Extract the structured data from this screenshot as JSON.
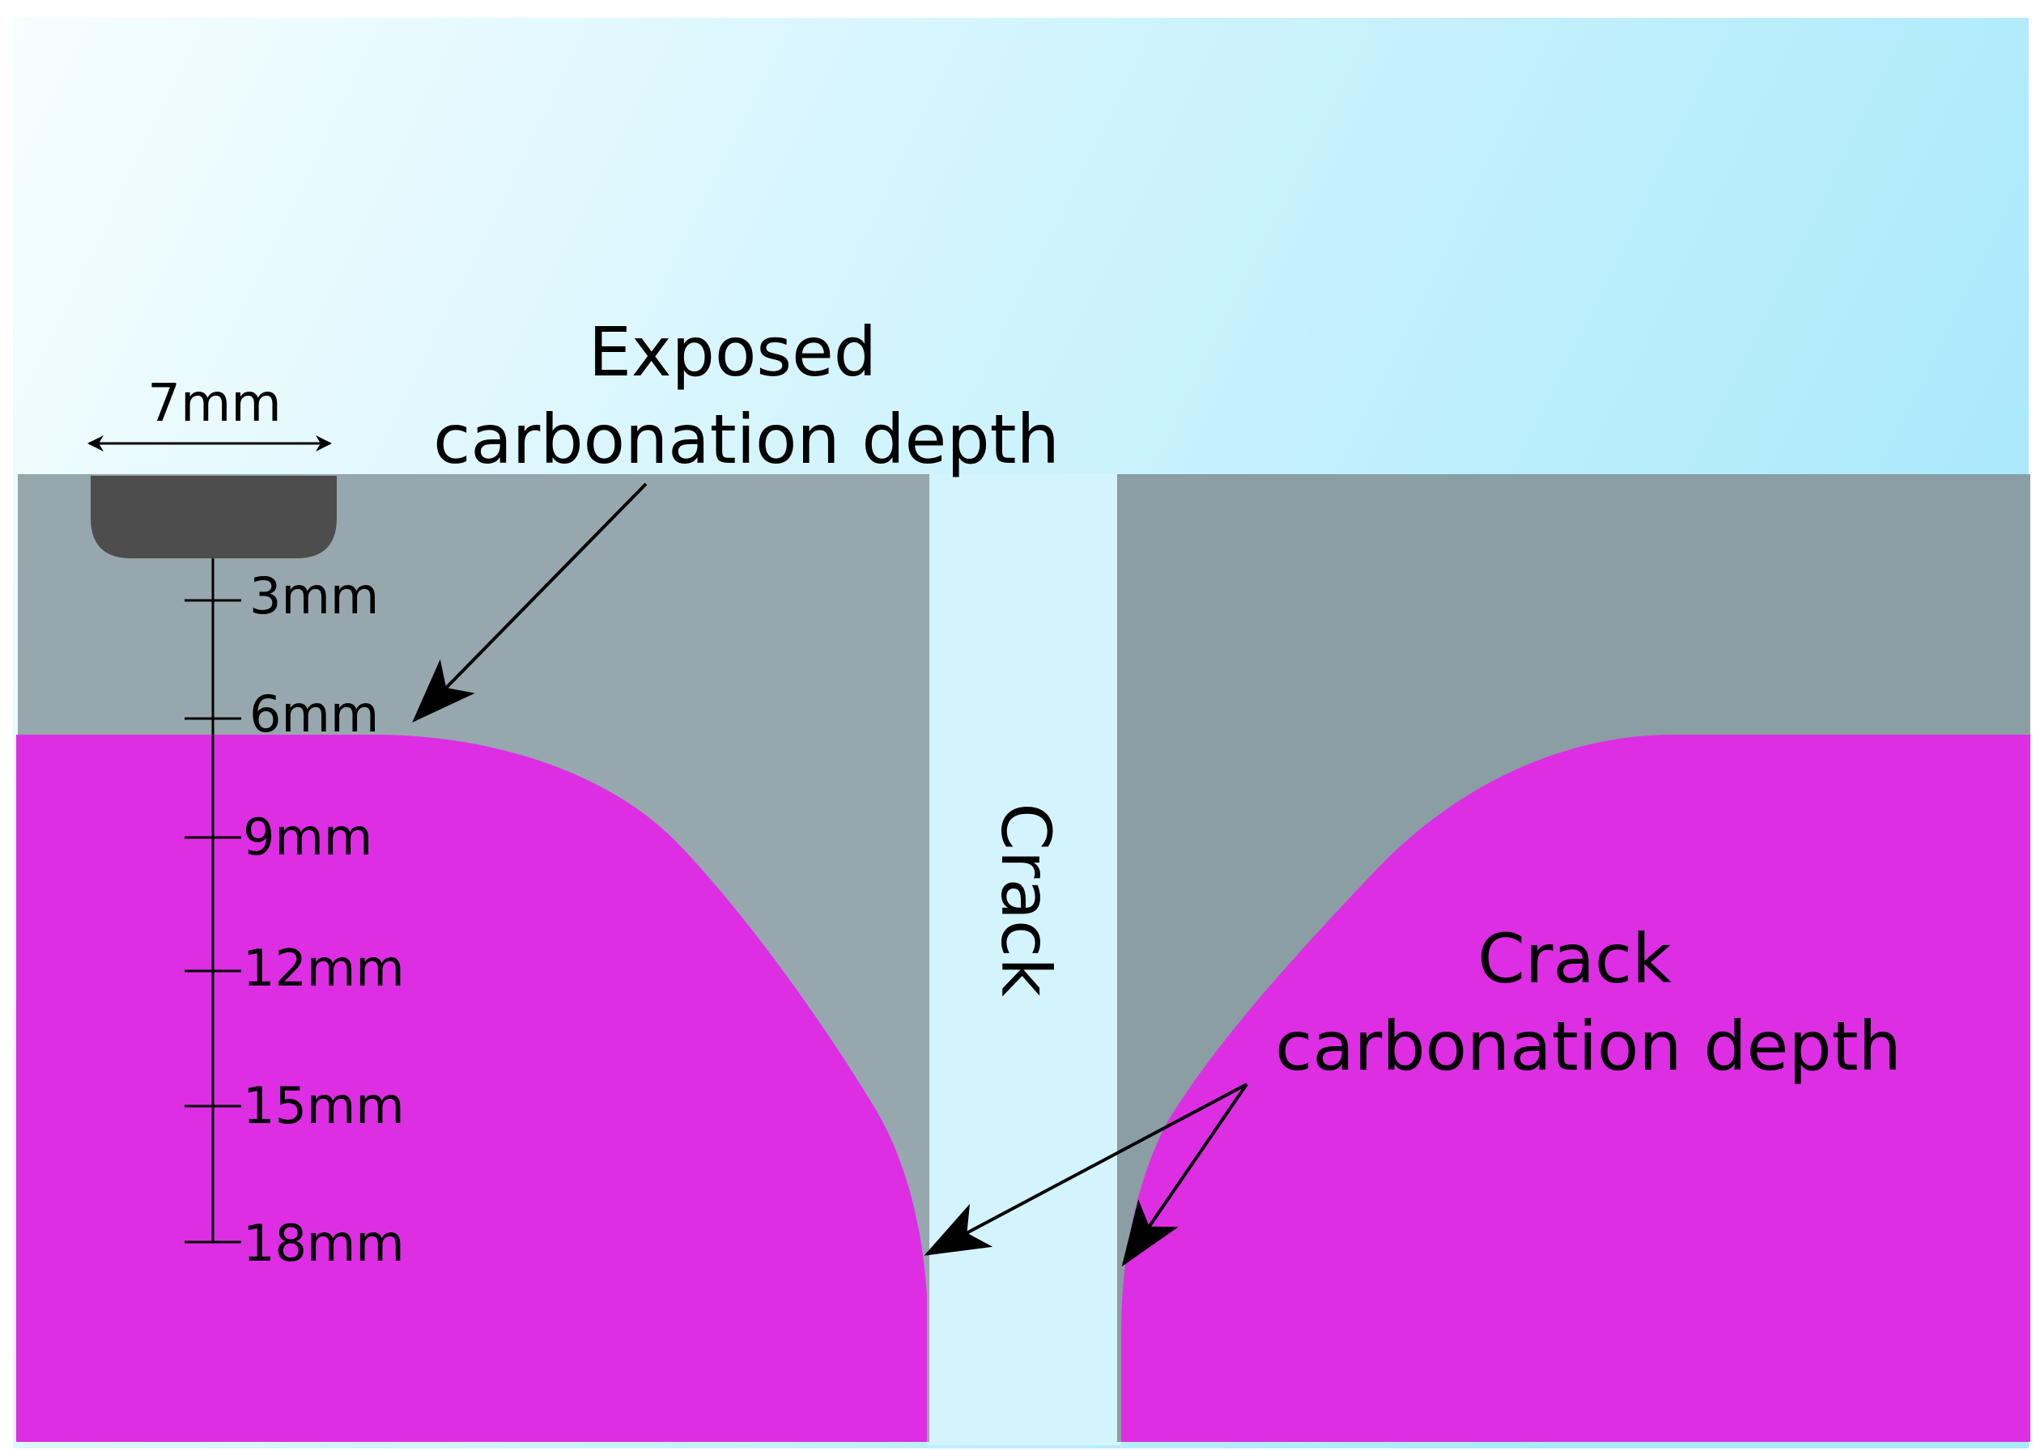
{
  "labels": {
    "exposed_line1": "Exposed",
    "exposed_line2": "carbonation depth",
    "crack": "Crack",
    "crack_depth_line1": "Crack",
    "crack_depth_line2": "carbonation depth",
    "width_dimension": "7mm"
  },
  "scale": {
    "ticks": [
      "3mm",
      "6mm",
      "9mm",
      "12mm",
      "15mm",
      "18mm"
    ]
  },
  "colors": {
    "sky_light": "#f4feff",
    "sky_dark": "#a8e9fb",
    "concrete_left": "#96a8ad",
    "concrete_right": "#8a9ea3",
    "carbonated": "#dd2ee4",
    "crack_gap": "#d4f4fd",
    "probe": "#4d4d4d"
  }
}
